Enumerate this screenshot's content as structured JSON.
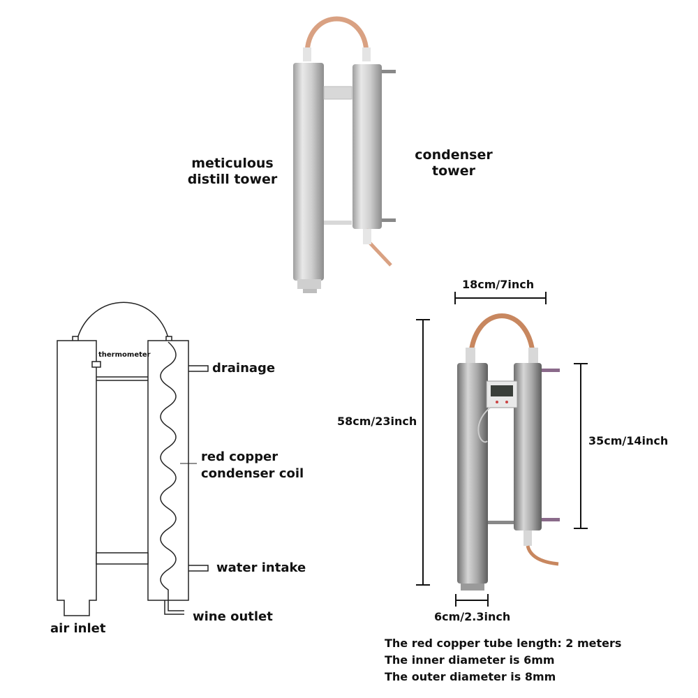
{
  "photo_top": {
    "left_label": [
      "meticulous",
      "distill tower"
    ],
    "right_label": [
      "condenser",
      "tower"
    ]
  },
  "schematic": {
    "thermometer": "thermometer",
    "drainage": "drainage",
    "coil": [
      "red copper",
      "condenser coil"
    ],
    "water_intake": "water intake",
    "wine_outlet": "wine outlet",
    "air_inlet": "air inlet"
  },
  "dimensions": {
    "width": "18cm/7inch",
    "height": "58cm/23inch",
    "condenser_height": "35cm/14inch",
    "diameter": "6cm/2.3inch"
  },
  "specs": [
    "The red copper tube length: 2 meters",
    "The inner diameter is 6mm",
    "The outer diameter is 8mm"
  ],
  "colors": {
    "steel": "#c9c9c9",
    "copper": "#d69a76",
    "line": "#222222"
  }
}
